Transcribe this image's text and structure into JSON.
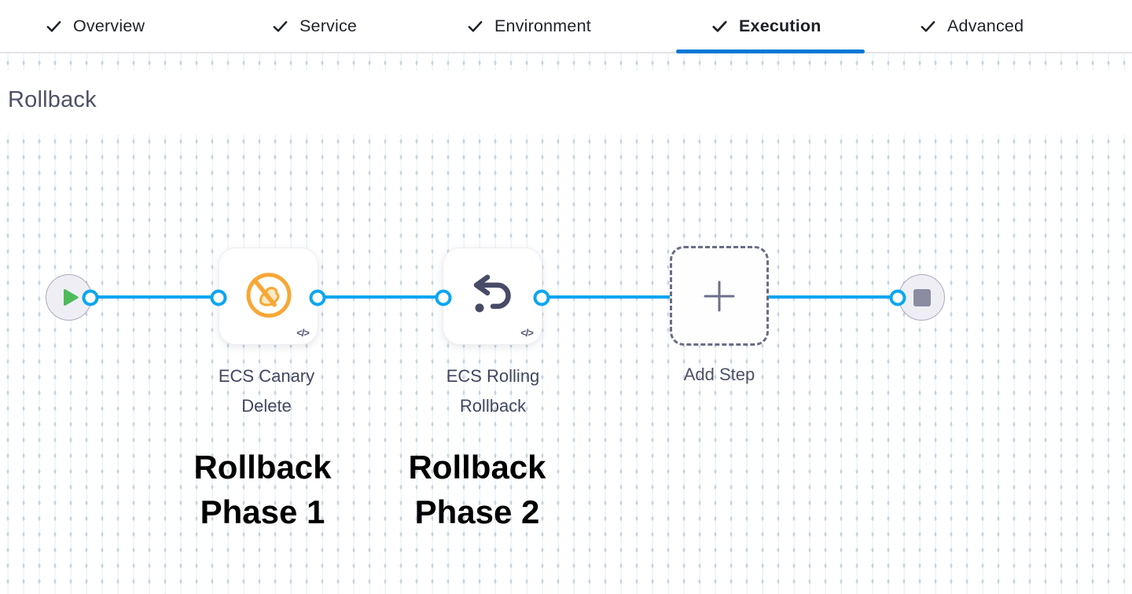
{
  "tabs": {
    "items": [
      {
        "label": "Overview",
        "active": false
      },
      {
        "label": "Service",
        "active": false
      },
      {
        "label": "Environment",
        "active": false
      },
      {
        "label": "Execution",
        "active": true
      },
      {
        "label": "Advanced",
        "active": false
      }
    ]
  },
  "section": {
    "title": "Rollback"
  },
  "pipeline": {
    "start_node": "start-play",
    "end_node": "stop-square",
    "steps": [
      {
        "name": "ECS Canary Delete",
        "icon": "canary-delete-icon",
        "code_badge": "</>"
      },
      {
        "name": "ECS Rolling Rollback",
        "icon": "rolling-rollback-icon",
        "code_badge": "</>"
      }
    ],
    "add_step": {
      "label": "Add Step"
    }
  },
  "annotations": [
    {
      "text": "Rollback Phase 1"
    },
    {
      "text": "Rollback Phase 2"
    }
  ],
  "colors": {
    "tab_underline": "#0278d5",
    "flow_blue": "#0ba6f0",
    "play_green": "#4dbb5b",
    "node_fill": "#efeef4",
    "node_border": "#a9aabe",
    "stop_gray": "#8b8ca2",
    "dashed_border": "#6a6d87",
    "canary_orange": "#f7a736",
    "icon_slate": "#474b66",
    "grid_dot": "#c8d4de",
    "grid_line": "#eaf4fb",
    "heading_text": "#4e5166",
    "label_text": "#42465e",
    "annotation_text": "#000000"
  }
}
